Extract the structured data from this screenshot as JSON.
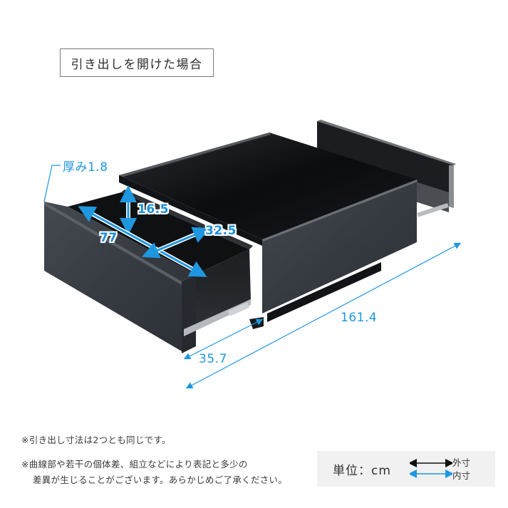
{
  "header": {
    "title": "引き出しを開けた場合"
  },
  "dimensions": {
    "panel_thickness": "厚み1.8",
    "inner_height": "16.5",
    "inner_depth": "77",
    "inner_width": "32.5",
    "drawer_extension": "35.7",
    "total_length": "161.4"
  },
  "notes": [
    "※引き出し寸法は2つとも同じです。",
    "※曲線部や若干の個体差、組立などにより表記と多少の",
    "差異が生じることがございます。あらかじめご了承ください。"
  ],
  "legend": {
    "unit": "単位：cm",
    "outer_label": "外寸",
    "inner_label": "内寸",
    "outer_color": "#111111",
    "inner_color": "#1f97e0"
  },
  "colors": {
    "accent": "#1f97e0",
    "table_body": "#0d0f12",
    "stone_front": "#3b4046"
  }
}
